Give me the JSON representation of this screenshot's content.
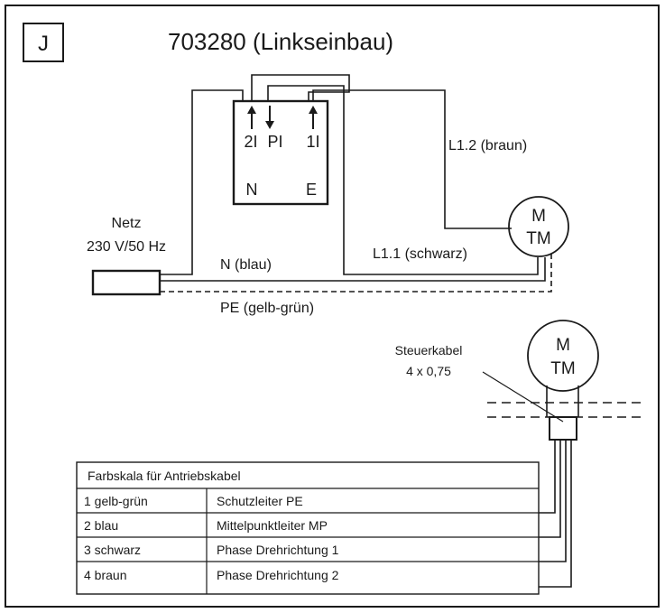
{
  "badge": "J",
  "title": "703280 (Linkseinbau)",
  "controller": {
    "terminals": [
      "2I",
      "PI",
      "1I"
    ],
    "bottom_left": "N",
    "bottom_right": "E"
  },
  "mains": {
    "label_line1": "Netz",
    "label_line2": "230 V/50 Hz"
  },
  "wires": {
    "l12": "L1.2 (braun)",
    "l11": "L1.1 (schwarz)",
    "n": "N (blau)",
    "pe": "PE (gelb-grün)"
  },
  "motor_top": {
    "line1": "M",
    "line2": "TM"
  },
  "motor_bottom": {
    "line1": "M",
    "line2": "TM"
  },
  "control_cable": {
    "line1": "Steuerkabel",
    "line2": "4 x 0,75"
  },
  "color_table": {
    "header": "Farbskala für Antriebskabel",
    "rows": [
      {
        "color": "1 gelb-grün",
        "meaning": "Schutzleiter PE"
      },
      {
        "color": "2 blau",
        "meaning": "Mittelpunktleiter MP"
      },
      {
        "color": "3 schwarz",
        "meaning": "Phase Drehrichtung 1"
      },
      {
        "color": "4 braun",
        "meaning": "Phase Drehrichtung 2"
      }
    ]
  }
}
